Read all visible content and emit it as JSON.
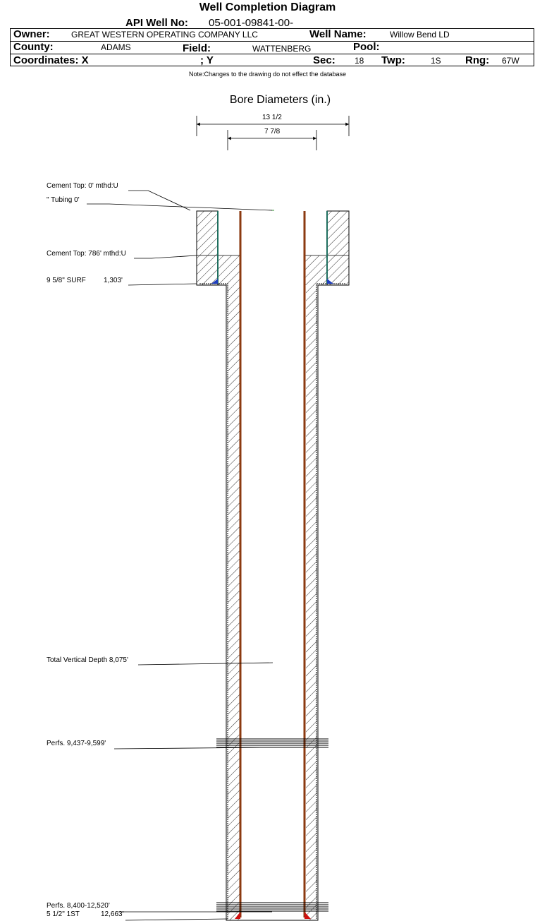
{
  "header": {
    "title": "Well Completion Diagram",
    "api_label": "API Well No:",
    "api_value": "05-001-09841-00-",
    "owner_label": "Owner:",
    "owner_value": "GREAT WESTERN OPERATING COMPANY LLC",
    "well_name_label": "Well Name:",
    "well_name_value": "Willow Bend LD",
    "county_label": "County:",
    "county_value": "ADAMS",
    "field_label": "Field:",
    "field_value": "WATTENBERG",
    "pool_label": "Pool:",
    "pool_value": "",
    "coordinates_label": "Coordinates: X",
    "coordinates_y": "; Y",
    "sec_label": "Sec:",
    "sec_value": "18",
    "twp_label": "Twp:",
    "twp_value": "1S",
    "rng_label": "Rng:",
    "rng_value": "67W"
  },
  "note": "Note:Changes to the drawing do not effect the database",
  "bore": {
    "title": "Bore Diameters (in.)",
    "outer": "13 1/2",
    "inner": "7 7/8"
  },
  "annotations": {
    "cement_top_surface": "Cement Top: 0' mthd:U",
    "tubing": "\" Tubing 0'",
    "cement_top_786": "Cement Top: 786' mthd:U",
    "surface_casing_size": "9 5/8\" SURF",
    "surface_casing_depth": "1,303'",
    "total_vertical_depth": "Total Vertical Depth 8,075'",
    "perfs_1": "Perfs. 9,437-9,599'",
    "perfs_2": "Perfs. 8,400-12,520'",
    "production_casing_size": "5 1/2\" 1ST",
    "production_casing_depth": "12,663'"
  },
  "colors": {
    "casing_brown": "#8b3a10",
    "surface_casing_green": "#1f6f5f",
    "shoe_blue": "#1f3fbf",
    "shoe_red": "#d01010",
    "ink": "#000000"
  }
}
